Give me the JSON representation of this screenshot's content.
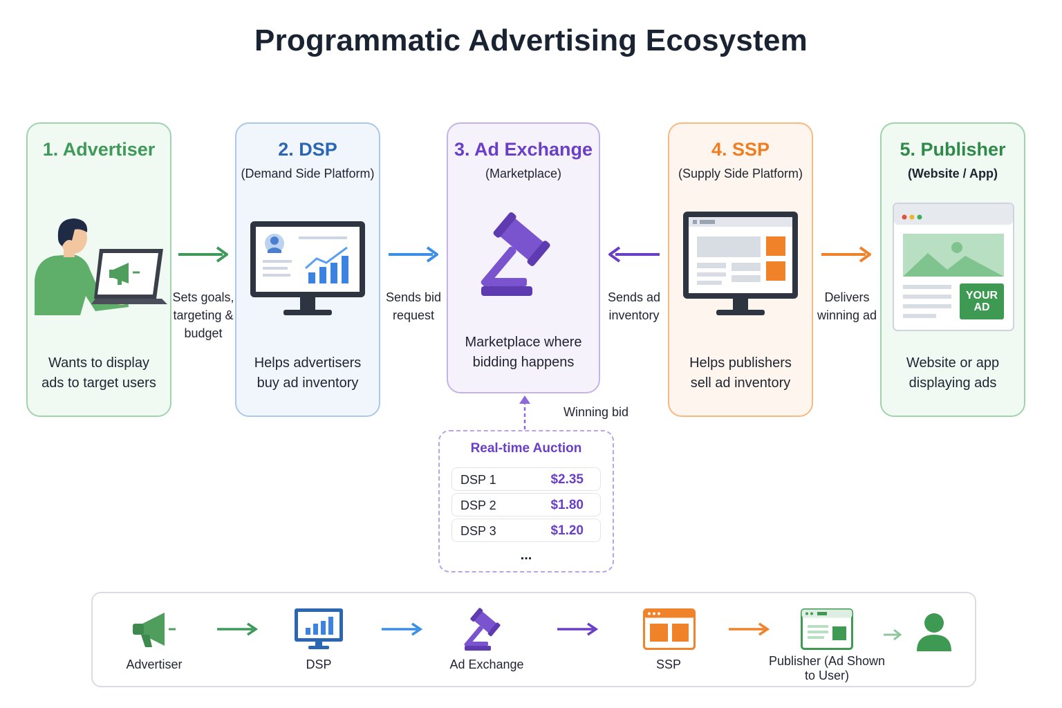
{
  "title": "Programmatic Advertising Ecosystem",
  "colors": {
    "advertiser": "#3f9a5a",
    "dsp": "#2b66b3",
    "exchange": "#6a3fc7",
    "ssp": "#f07d22",
    "publisher": "#2f8a4a"
  },
  "cards": [
    {
      "title": "1. Advertiser",
      "subtitle": "",
      "description_lines": [
        "Wants to display",
        "ads to target users"
      ],
      "icon": "person-laptop-megaphone-icon"
    },
    {
      "title": "2. DSP",
      "subtitle": "(Demand Side Platform)",
      "description_lines": [
        "Helps advertisers",
        "buy ad inventory"
      ],
      "icon": "analytics-monitor-icon"
    },
    {
      "title": "3. Ad Exchange",
      "subtitle": "(Marketplace)",
      "description_lines": [
        "Marketplace where",
        "bidding happens"
      ],
      "icon": "gavel-icon"
    },
    {
      "title": "4. SSP",
      "subtitle": "(Supply Side Platform)",
      "description_lines": [
        "Helps publishers",
        "sell ad inventory"
      ],
      "icon": "inventory-monitor-icon"
    },
    {
      "title": "5. Publisher",
      "subtitle": "(Website / App)",
      "description_lines": [
        "Website or app",
        "displaying ads"
      ],
      "icon": "browser-window-icon",
      "ad_badge": [
        "YOUR",
        "AD"
      ]
    }
  ],
  "connectors": [
    {
      "lines": [
        "Sets goals,",
        "targeting &",
        "budget"
      ]
    },
    {
      "lines": [
        "Sends bid",
        "request"
      ]
    },
    {
      "lines": [
        "Sends ad",
        "inventory"
      ]
    },
    {
      "lines": [
        "Delivers",
        "winning ad"
      ]
    }
  ],
  "winning_bid_label": "Winning bid",
  "auction": {
    "title": "Real-time Auction",
    "rows": [
      {
        "name": "DSP 1",
        "price": "$2.35"
      },
      {
        "name": "DSP 2",
        "price": "$1.80"
      },
      {
        "name": "DSP 3",
        "price": "$1.20"
      }
    ],
    "more": "..."
  },
  "flow": [
    {
      "label_lines": [
        "Advertiser"
      ],
      "icon": "megaphone-icon"
    },
    {
      "label_lines": [
        "DSP"
      ],
      "icon": "monitor-chart-icon"
    },
    {
      "label_lines": [
        "Ad Exchange"
      ],
      "icon": "gavel-icon"
    },
    {
      "label_lines": [
        "SSP"
      ],
      "icon": "browser-blocks-icon"
    },
    {
      "label_lines": [
        "Publisher (Ad Shown",
        "to User)"
      ],
      "icon": "browser-page-icon"
    },
    {
      "label_lines": [],
      "icon": "user-icon"
    }
  ]
}
